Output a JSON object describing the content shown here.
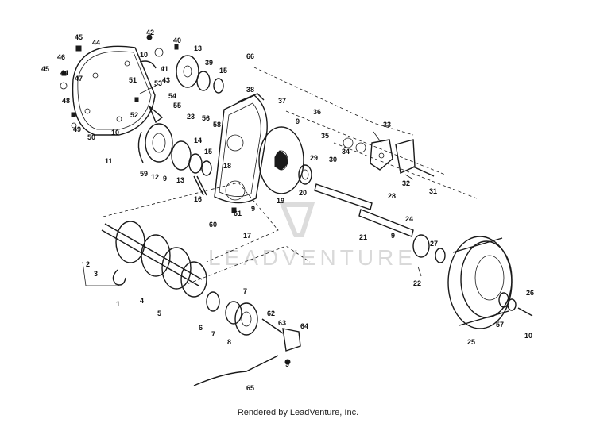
{
  "watermark": "LEADVENTURE",
  "footer": "Rendered by LeadVenture, Inc.",
  "part_labels": [
    "1",
    "2",
    "3",
    "4",
    "5",
    "6",
    "7",
    "7",
    "8",
    "9",
    "9",
    "9",
    "9",
    "9",
    "10",
    "10",
    "10",
    "11",
    "12",
    "13",
    "13",
    "14",
    "15",
    "15",
    "16",
    "17",
    "18",
    "19",
    "20",
    "21",
    "22",
    "23",
    "24",
    "25",
    "26",
    "27",
    "28",
    "29",
    "30",
    "31",
    "32",
    "33",
    "34",
    "35",
    "36",
    "37",
    "38",
    "39",
    "40",
    "41",
    "42",
    "43",
    "44",
    "44",
    "45",
    "45",
    "46",
    "47",
    "48",
    "49",
    "50",
    "51",
    "52",
    "53",
    "54",
    "55",
    "56",
    "57",
    "58",
    "59",
    "60",
    "61",
    "62",
    "63",
    "64",
    "65",
    "66"
  ]
}
